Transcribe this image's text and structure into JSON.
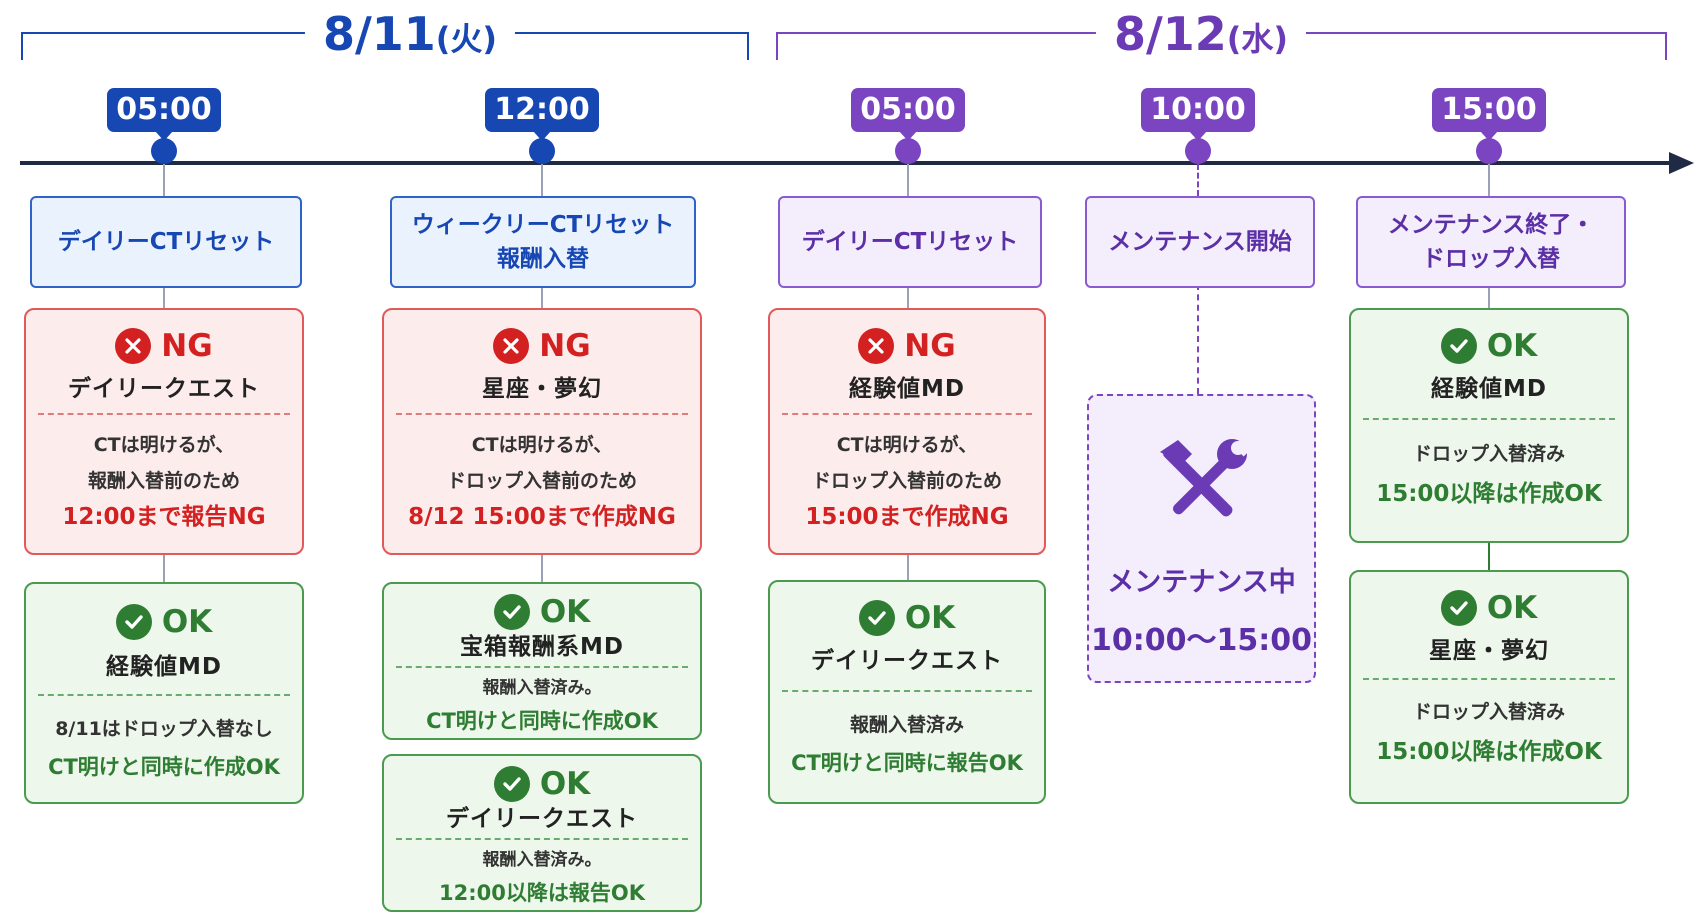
{
  "colors": {
    "blue": "#1747b3",
    "purple": "#7b45c2",
    "ng_red": "#d32020",
    "ok_green": "#2e7d32",
    "timeline": "#1f2a44"
  },
  "dates": [
    {
      "date": "8/11",
      "weekday": "(火)",
      "color": "blue"
    },
    {
      "date": "8/12",
      "weekday": "(水)",
      "color": "purple"
    }
  ],
  "times": [
    "05:00",
    "12:00",
    "05:00",
    "10:00",
    "15:00"
  ],
  "events": [
    {
      "label": "デイリーCTリセット"
    },
    {
      "label_line1": "ウィークリーCTリセット",
      "label_line2": "報酬入替"
    },
    {
      "label": "デイリーCTリセット"
    },
    {
      "label": "メンテナンス開始"
    },
    {
      "label_line1": "メンテナンス終了・",
      "label_line2": "ドロップ入替"
    }
  ],
  "cards": {
    "c1_ng": {
      "status": "NG",
      "title": "デイリークエスト",
      "line1": "CTは明けるが、",
      "line2": "報酬入替前のため",
      "result": "12:00まで報告NG"
    },
    "c1_ok": {
      "status": "OK",
      "title": "経験値MD",
      "line1": "8/11はドロップ入替なし",
      "result": "CT明けと同時に作成OK"
    },
    "c2_ng": {
      "status": "NG",
      "title": "星座・夢幻",
      "line1": "CTは明けるが、",
      "line2": "ドロップ入替前のため",
      "result": "8/12 15:00まで作成NG"
    },
    "c2_ok1": {
      "status": "OK",
      "title": "宝箱報酬系MD",
      "line1": "報酬入替済み。",
      "result": "CT明けと同時に作成OK"
    },
    "c2_ok2": {
      "status": "OK",
      "title": "デイリークエスト",
      "line1": "報酬入替済み。",
      "result": "12:00以降は報告OK"
    },
    "c3_ng": {
      "status": "NG",
      "title": "経験値MD",
      "line1": "CTは明けるが、",
      "line2": "ドロップ入替前のため",
      "result": "15:00まで作成NG"
    },
    "c3_ok": {
      "status": "OK",
      "title": "デイリークエスト",
      "line1": "報酬入替済み",
      "result": "CT明けと同時に報告OK"
    },
    "c5_ok1": {
      "status": "OK",
      "title": "経験値MD",
      "line1": "ドロップ入替済み",
      "result": "15:00以降は作成OK"
    },
    "c5_ok2": {
      "status": "OK",
      "title": "星座・夢幻",
      "line1": "ドロップ入替済み",
      "result": "15:00以降は作成OK"
    }
  },
  "maintenance": {
    "title": "メンテナンス中",
    "period": "10:00〜15:00",
    "icon": "hammer-wrench-icon"
  }
}
